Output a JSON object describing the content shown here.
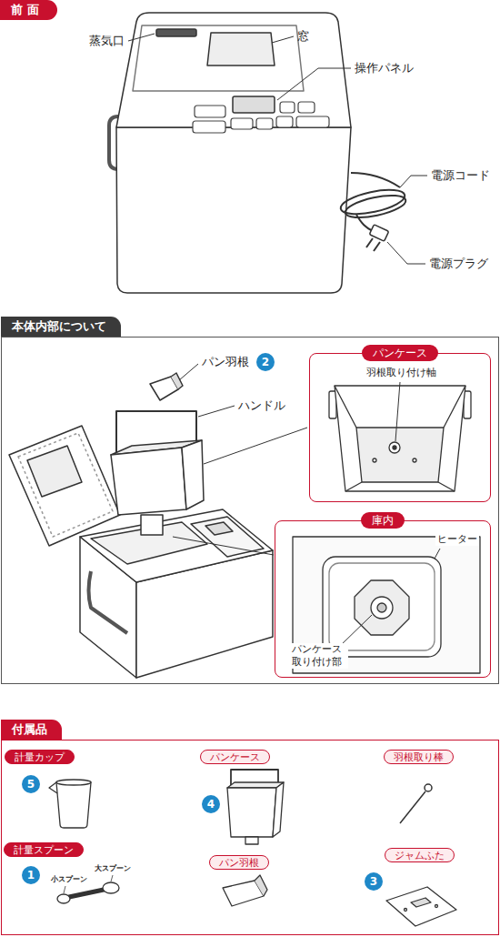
{
  "diagram": {
    "nodes": [
      {
        "text": [
          "前面"
        ]
      },
      {
        "text": [
          "本体内部について"
        ]
      },
      {
        "text": [
          "パンケース",
          "羽根取り付け軸"
        ],
        "in": 1
      },
      {
        "text": [
          "庫内",
          "ヒーター",
          "パンケース 取り付け部"
        ],
        "in": 1
      },
      {
        "text": [
          "付属品"
        ]
      },
      {
        "text": [
          "計量カップ"
        ],
        "in": 4
      },
      {
        "text": [
          "パンケース"
        ],
        "in": 4
      },
      {
        "text": [
          "羽根取り棒"
        ],
        "in": 4
      },
      {
        "text": [
          "計量スプーン"
        ],
        "in": 4
      },
      {
        "text": [
          "パン羽根"
        ],
        "in": 4
      },
      {
        "text": [
          "ジャムふた"
        ],
        "in": 4
      }
    ],
    "labels": [
      "蒸気口",
      "窓",
      "操作パネル",
      "電源コード",
      "電源プラグ",
      "パン羽根",
      "2",
      "ハンドル",
      "5",
      "4",
      "1",
      "小スプーン",
      "大スプーン",
      "3"
    ]
  }
}
